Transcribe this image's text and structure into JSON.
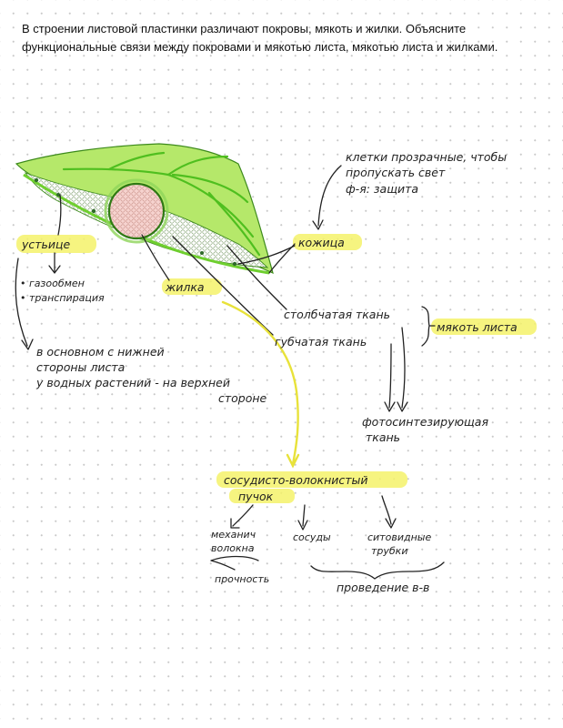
{
  "question": "В строении листовой пластинки различают покровы, мякоть и жилки. Объясните функциональные связи между покровами и мякотью листа, мякотью листа и жилками.",
  "colors": {
    "leaf": "#b5e86a",
    "leaf_dark": "#6fcf2f",
    "vein": "#4fbf1f",
    "bundle": "#f3c7c3",
    "highlight": "#f4f26a",
    "ink": "#222222"
  },
  "labels": {
    "stomata": "устьице",
    "stomata_fn1": "• газообмен",
    "stomata_fn2": "• транспирация",
    "stomata_loc1": "в основном с нижней",
    "stomata_loc2": "стороны листа",
    "stomata_loc3": "у водных растений - на верхней",
    "stomata_loc4": "стороне",
    "skin_note1": "клетки прозрачные, чтобы",
    "skin_note2": "пропускать свет",
    "skin_note3": "ф-я: защита",
    "skin": "кожица",
    "vein": "жилка",
    "palisade": "столбчатая ткань",
    "spongy": "губчатая ткань",
    "mesophyll": "мякоть листа",
    "photosynthetic1": "фотосинтезирующая",
    "photosynthetic2": "ткань",
    "bundle1": "сосудисто-волокнистый",
    "bundle2": "пучок",
    "fibers1": "механич",
    "fibers2": "волокна",
    "strength": "прочность",
    "vessels": "сосуды",
    "sieve1": "ситовидные",
    "sieve2": "трубки",
    "conduction": "проведение в-в"
  }
}
